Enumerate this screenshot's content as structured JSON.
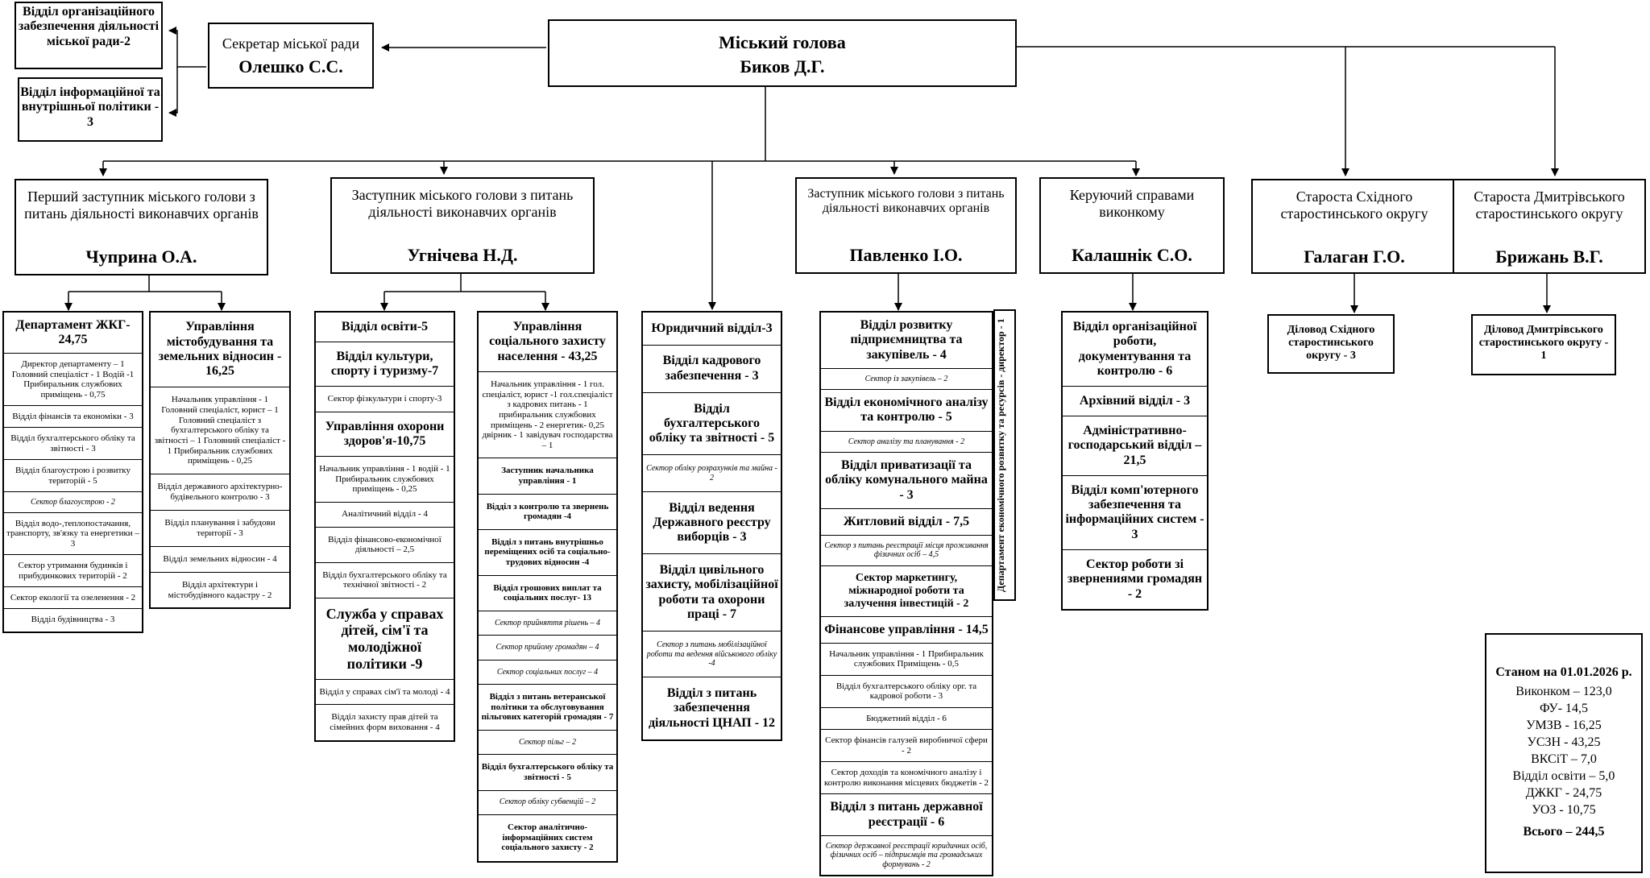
{
  "top": {
    "org_support": "Відділ організаційного забезпечення діяльності міської ради-2",
    "info_dept": "Відділ інформаційної та внутрішньої політики - 3",
    "secretary_title": "Секретар міської ради",
    "secretary_name": "Олешко С.С.",
    "mayor_title": "Міський голова",
    "mayor_name": "Биков Д.Г."
  },
  "deputies": {
    "first": {
      "title": "Перший заступник міського голови з питань діяльності виконавчих органів",
      "name": "Чуприна О.А."
    },
    "ugnicheva": {
      "title": "Заступник міського голови з питань діяльності виконавчих органів",
      "name": "Угнічева Н.Д."
    },
    "pavlenko": {
      "title": "Заступник міського голови з питань діяльності виконавчих органів",
      "name": "Павленко І.О."
    },
    "kalashnik": {
      "title": "Керуючий справами виконкому",
      "name": "Калашнік С.О."
    },
    "east": {
      "title": "Староста Східного старостинського округу",
      "name": "Галаган Г.О."
    },
    "dmytr": {
      "title": "Староста Дмитрівського старостинського округу",
      "name": "Брижань В.Г."
    }
  },
  "col_zhkg": [
    {
      "text": "Департамент ЖКГ- 24,75",
      "style": "b s14"
    },
    {
      "text": "Директор департаменту – 1 Головний спеціаліст - 1 Водій -1 Прибиральник службових приміщень - 0,75",
      "style": "s10"
    },
    {
      "text": "Відділ фінансів та економіки - 3",
      "style": "s10"
    },
    {
      "text": "Відділ бухгалтерського обліку та звітності - 3",
      "style": "s10"
    },
    {
      "text": "Відділ благоустрою і розвитку територій - 5",
      "style": "s10"
    },
    {
      "text": "Сектор благоустрою - 2",
      "style": "it"
    },
    {
      "text": "Відділ водо-,теплопостачання, транспорту, зв'язку та енергетики – 3",
      "style": "s10"
    },
    {
      "text": "Сектор утримання будинків і прибудинкових територій - 2",
      "style": "s10"
    },
    {
      "text": "Сектор екології та озеленення - 2",
      "style": "s10"
    },
    {
      "text": "Відділ будівництва - 3",
      "style": "s10"
    }
  ],
  "col_mist": [
    {
      "text": "Управління містобудування та земельних відносин - 16,25",
      "style": "b s14"
    },
    {
      "text": "Начальник управління - 1 Головний спеціаліст, юрист – 1 Головний спеціаліст з бухгалтерського обліку та звітності – 1 Головний спеціаліст - 1 Прибиральник службових приміщень - 0,25",
      "style": "s10"
    },
    {
      "text": "Відділ державного архітектурно-будівельного контролю - 3",
      "style": "s10"
    },
    {
      "text": "Відділ планування і забудови території - 3",
      "style": "s10"
    },
    {
      "text": "Відділ земельних відносин - 4",
      "style": "s10"
    },
    {
      "text": "Відділ архітектури і містобудівного кадастру - 2",
      "style": "s10"
    }
  ],
  "col_osvita": [
    {
      "text": "Відділ освіти-5",
      "style": "b s14"
    },
    {
      "text": "Відділ культури, спорту і туризму-7",
      "style": "b s14"
    },
    {
      "text": "Сектор фізкультури і спорту-3",
      "style": "s10"
    },
    {
      "text": "Управління охорони здоров'я-10,75",
      "style": "b s14"
    },
    {
      "text": "Начальник управління - 1 водій - 1 Прибиральник службових приміщень - 0,25",
      "style": "s10"
    },
    {
      "text": "Аналітичний відділ - 4",
      "style": "s10"
    },
    {
      "text": "Відділ фінансово-економічної діяльності – 2,5",
      "style": "s10"
    },
    {
      "text": "Відділ бухгалтерського обліку та технічної звітності - 2",
      "style": "s10"
    },
    {
      "text": "Служба у справах дітей, сім'ї та молодіжної політики -9",
      "style": "b s16"
    },
    {
      "text": "Відділ у справах сім'ї та молоді - 4",
      "style": "s10"
    },
    {
      "text": "Відділ захисту прав дітей та сімейних форм виховання - 4",
      "style": "s10"
    }
  ],
  "col_soc": [
    {
      "text": "Управління соціального захисту населення - 43,25",
      "style": "b s14"
    },
    {
      "text": "Начальник управління - 1 гол. спеціаліст, юрист -1 гол.спеціаліст з кадрових питань - 1 прибиральник службових приміщень - 2 енергетик- 0,25 двірник - 1 завідувач господарства – 1",
      "style": "s10"
    },
    {
      "text": "Заступник начальника управління - 1",
      "style": "b s10"
    },
    {
      "text": "Відділ з контролю та звернень громадян -4",
      "style": "b s10"
    },
    {
      "text": "Відділ з питань внутрішньо переміщених осіб та соціально-трудових відносин -4",
      "style": "b s10"
    },
    {
      "text": "Відділ грошових виплат та соціальних послуг- 13",
      "style": "b s10"
    },
    {
      "text": "Сектор прийняття рішень – 4",
      "style": "it"
    },
    {
      "text": "Сектор прийому громадян – 4",
      "style": "it"
    },
    {
      "text": "Сектор соціальних послуг – 4",
      "style": "it"
    },
    {
      "text": "Відділ з питань ветеранської політики та обслуговування пільгових категорій громадян - 7",
      "style": "b s10"
    },
    {
      "text": "Сектор пільг – 2",
      "style": "it"
    },
    {
      "text": "Відділ бухгалтерського обліку та звітності - 5",
      "style": "b s10"
    },
    {
      "text": "Сектор обліку субвенцій – 2",
      "style": "it"
    },
    {
      "text": "Сектор аналітично-інформаційних систем соціального захисту - 2",
      "style": "b s10"
    }
  ],
  "col_jur": [
    {
      "text": "Юридичний відділ-3",
      "style": "b s14"
    },
    {
      "text": "Відділ кадрового забезпечення - 3",
      "style": "b s14"
    },
    {
      "text": "Відділ бухгалтерського обліку та звітності - 5",
      "style": "b s14"
    },
    {
      "text": "Сектор обліку розрахунків та майна - 2",
      "style": "it"
    },
    {
      "text": "Відділ ведення Державного реєстру виборців - 3",
      "style": "b s14"
    },
    {
      "text": "Відділ цивільного захисту, мобілізаційної роботи та охорони праці - 7",
      "style": "b s14"
    },
    {
      "text": "Сектор з питань мобілізаційної роботи та ведення військового обліку -4",
      "style": "it"
    },
    {
      "text": "Відділ з питань забезпечення діяльності ЦНАП - 12",
      "style": "b s14"
    }
  ],
  "col_pav": [
    {
      "text": "Відділ розвитку підприємництва та закупівель - 4",
      "style": "b s14"
    },
    {
      "text": "Сектор із закупівель – 2",
      "style": "it"
    },
    {
      "text": "Відділ економічного аналізу та контролю - 5",
      "style": "b s14"
    },
    {
      "text": "Сектор аналізу та планування - 2",
      "style": "it"
    },
    {
      "text": "Відділ приватизації та обліку комунального майна - 3",
      "style": "b s14"
    },
    {
      "text": "Житловий відділ - 7,5",
      "style": "b s14"
    },
    {
      "text": "Сектор з питань реєстрації місця проживання фізичних осіб – 4,5",
      "style": "it"
    },
    {
      "text": "Сектор маркетингу, міжнародної роботи та залучення інвестицій - 2",
      "style": "b s12"
    },
    {
      "text": "Фінансове управління - 14,5",
      "style": "b s14"
    },
    {
      "text": "Начальник управління - 1 Прибиральник службових Приміщень - 0,5",
      "style": "s10"
    },
    {
      "text": "Відділ бухгалтерського обліку орг. та кадрової роботи - 3",
      "style": "s10"
    },
    {
      "text": "Бюджетний відділ - 6",
      "style": "s10"
    },
    {
      "text": "Сектор фінансів галузей виробничої сфери - 2",
      "style": "s10"
    },
    {
      "text": "Сектор доходів та кономічного аналізу і контролю виконання місцевих бюджетів - 2",
      "style": "s10"
    },
    {
      "text": "Відділ з питань державної реєстрації - 6",
      "style": "b s14"
    },
    {
      "text": "Сектор державної реєстрації юридичних осіб, фізичних осіб – підприємців та громадських формувань - 2",
      "style": "it"
    }
  ],
  "vertical_label": "Департамент економічного розвитку та ресурсів - директор - 1",
  "col_kal": [
    {
      "text": "Відділ організаційної роботи, документування та контролю - 6",
      "style": "b s14"
    },
    {
      "text": "Архівний відділ - 3",
      "style": "b s14"
    },
    {
      "text": "Адміністративно-господарський відділ – 21,5",
      "style": "b s14"
    },
    {
      "text": "Відділ комп'ютерного забезпечення та інформаційних систем - 3",
      "style": "b s14"
    },
    {
      "text": "Сектор роботи зі звернениями громадян - 2",
      "style": "b s14"
    }
  ],
  "clerk_east": "Діловод Східного старостинського округу - 3",
  "clerk_dmytr": "Діловод Дмитрівського старостинського округу - 1",
  "summary": {
    "heading": "Станом на 01.01.2026 р.",
    "rows": [
      "Виконком – 123,0",
      "ФУ- 14,5",
      "УМЗВ - 16,25",
      "УСЗН - 43,25",
      "ВКСіТ – 7,0",
      "Відділ освіти – 5,0",
      "ДЖКГ - 24,75",
      "УОЗ - 10,75"
    ],
    "total": "Всього – 244,5"
  }
}
